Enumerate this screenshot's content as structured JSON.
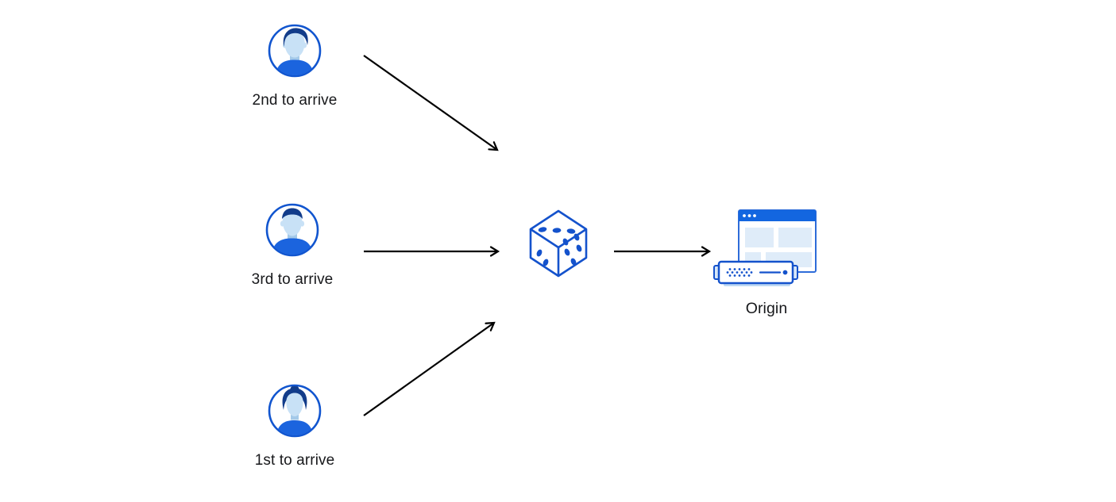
{
  "diagram": {
    "nodes": [
      {
        "id": "user-2nd",
        "type": "user",
        "label": "2nd to arrive",
        "icon": "avatar-man-swept-hair-icon"
      },
      {
        "id": "user-3rd",
        "type": "user",
        "label": "3rd to arrive",
        "icon": "avatar-man-short-hair-icon"
      },
      {
        "id": "user-1st",
        "type": "user",
        "label": "1st to arrive",
        "icon": "avatar-woman-bun-icon"
      },
      {
        "id": "dice",
        "type": "randomizer",
        "label": "",
        "icon": "dice-icon"
      },
      {
        "id": "origin",
        "type": "server",
        "label": "Origin",
        "icon": "origin-server-icon"
      }
    ],
    "edges": [
      {
        "from": "user-2nd",
        "to": "dice"
      },
      {
        "from": "user-3rd",
        "to": "dice"
      },
      {
        "from": "user-1st",
        "to": "dice"
      },
      {
        "from": "dice",
        "to": "origin"
      }
    ],
    "colors": {
      "primary_blue": "#1155cf",
      "dark_hair_blue": "#123c8a",
      "light_face_blue": "#c8e1f6",
      "neck_blue": "#a4c9e9",
      "shirt_blue": "#1b64de",
      "window_titlebar_blue": "#1366e0",
      "panel_light_blue": "#dfecf9",
      "server_base_blue": "#bfd9f3",
      "arrow_black": "#000000",
      "label_text": "#17181b",
      "background": "#ffffff"
    }
  }
}
